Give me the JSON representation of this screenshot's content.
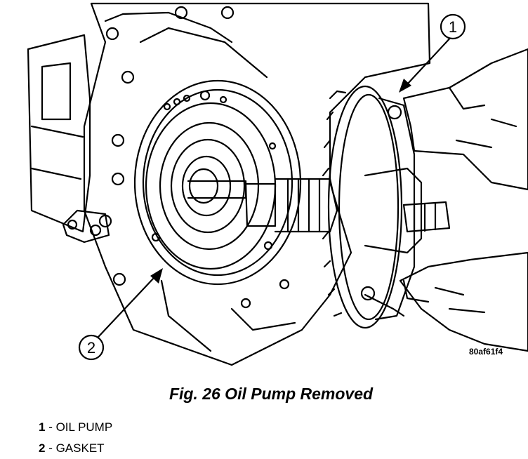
{
  "figure": {
    "code": "80af61f4",
    "caption": "Fig. 26 Oil Pump Removed",
    "callouts": [
      "1",
      "2"
    ]
  },
  "legend": [
    {
      "num": "1",
      "text": " - OIL PUMP"
    },
    {
      "num": "2",
      "text": " - GASKET"
    }
  ]
}
